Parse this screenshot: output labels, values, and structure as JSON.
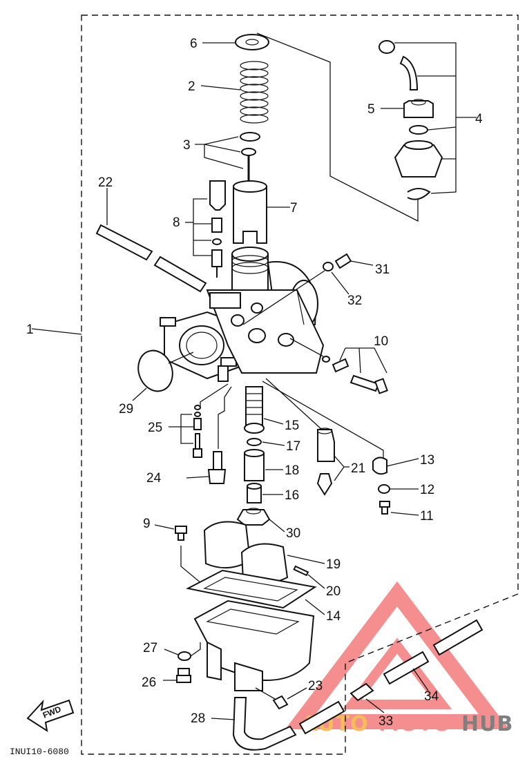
{
  "diagram_code": "INUI10-6080",
  "direction_label": "FWD",
  "watermark": {
    "part1": "AUTO",
    "part2": "MOTO",
    "part3": "HUB",
    "color_primary": "#f26a6a",
    "color_accent": "#f5a623",
    "color_dark": "#555555"
  },
  "callouts": {
    "c1": "1",
    "c2": "2",
    "c3": "3",
    "c4": "4",
    "c5": "5",
    "c6": "6",
    "c7": "7",
    "c8": "8",
    "c9": "9",
    "c10": "10",
    "c11": "11",
    "c12": "12",
    "c13": "13",
    "c14": "14",
    "c15": "15",
    "c16": "16",
    "c17": "17",
    "c18": "18",
    "c19": "19",
    "c20": "20",
    "c21": "21",
    "c22": "22",
    "c23": "23",
    "c24": "24",
    "c25": "25",
    "c26": "26",
    "c27": "27",
    "c28": "28",
    "c29": "29",
    "c30": "30",
    "c31": "31",
    "c32": "32",
    "c33": "33",
    "c34": "34"
  }
}
